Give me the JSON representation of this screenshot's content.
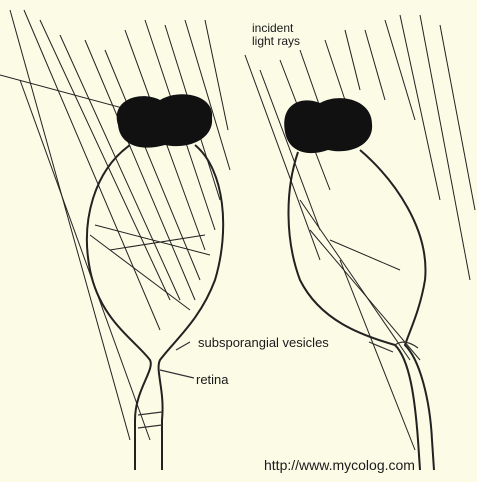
{
  "labels": {
    "incident_line1": "incident",
    "incident_line2": "light rays",
    "vesicles": "subsporangial vesicles",
    "retina": "retina",
    "source_url": "http://www.mycolog.com"
  },
  "colors": {
    "background": "#fbfbe6",
    "ink": "#222222",
    "sporangium": "#111111"
  }
}
